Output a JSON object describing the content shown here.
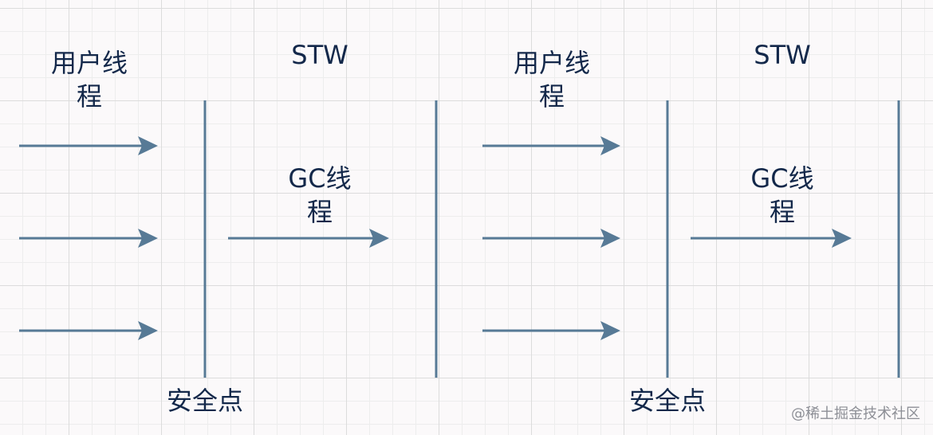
{
  "panels": [
    {
      "user_thread_label": "用户线程",
      "stw_label": "STW",
      "gc_thread_label": "GC线程",
      "safepoint_label": "安全点"
    },
    {
      "user_thread_label": "用户线程",
      "stw_label": "STW",
      "gc_thread_label": "GC线程",
      "safepoint_label": "安全点"
    }
  ],
  "watermark": "@稀土掘金技术社区",
  "colors": {
    "line": "#577a96",
    "text": "#13284a",
    "grid": "#dcdcdc",
    "background": "#fbf9fa"
  }
}
